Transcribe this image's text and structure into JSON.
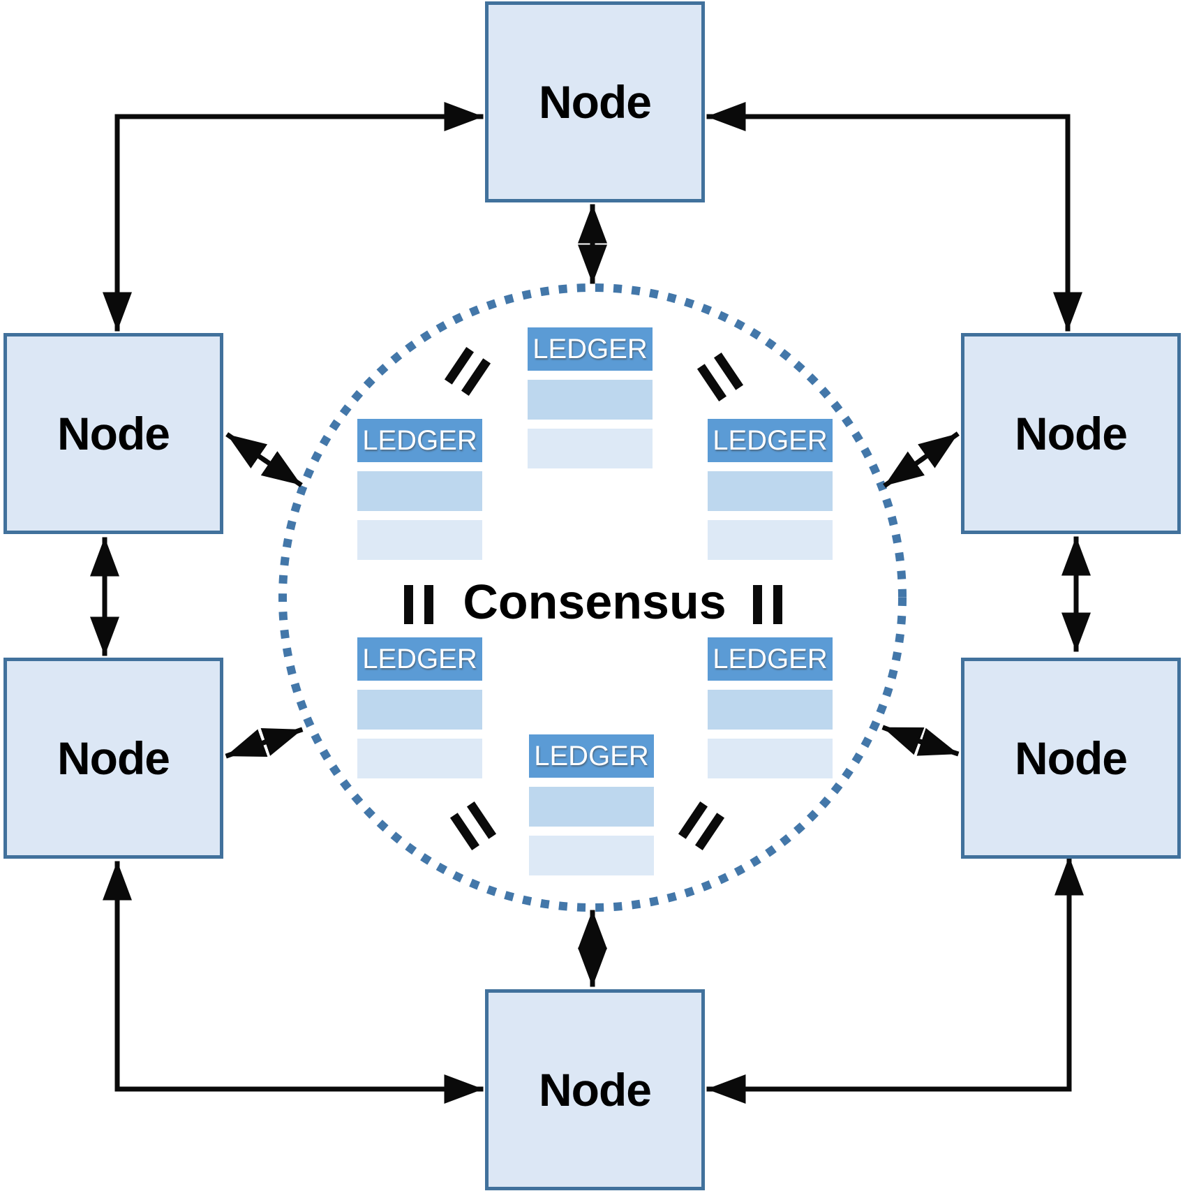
{
  "labels": {
    "consensus": "Consensus"
  },
  "nodes": [
    {
      "id": "node-top",
      "label": "Node"
    },
    {
      "id": "node-left-top",
      "label": "Node"
    },
    {
      "id": "node-left-bottom",
      "label": "Node"
    },
    {
      "id": "node-right-top",
      "label": "Node"
    },
    {
      "id": "node-right-bottom",
      "label": "Node"
    },
    {
      "id": "node-bottom",
      "label": "Node"
    }
  ],
  "ledgers": [
    {
      "id": "ledger-top-center",
      "label": "LEDGER"
    },
    {
      "id": "ledger-upper-left",
      "label": "LEDGER"
    },
    {
      "id": "ledger-upper-right",
      "label": "LEDGER"
    },
    {
      "id": "ledger-lower-left",
      "label": "LEDGER"
    },
    {
      "id": "ledger-lower-right",
      "label": "LEDGER"
    },
    {
      "id": "ledger-bottom-center",
      "label": "LEDGER"
    }
  ],
  "colors": {
    "node_fill": "#dce7f5",
    "node_border": "#41719c",
    "ledger_header": "#5b9bd5",
    "ledger_row_mid": "#bdd7ee",
    "ledger_row_light": "#dde9f6",
    "circle_dots": "#4377a9",
    "arrow": "#0a0a0a",
    "ledger_text": "#ffffff",
    "text": "#000000"
  }
}
